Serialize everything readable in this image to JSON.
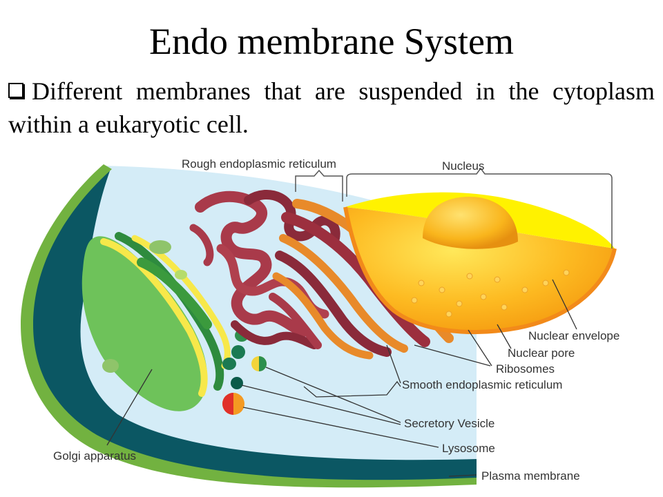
{
  "slide": {
    "title": "Endo membrane System",
    "bullet_text": "Different membranes that are suspended in the cytoplasm within a eukaryotic cell."
  },
  "diagram": {
    "labels": {
      "rough_er": "Rough endoplasmic reticulum",
      "nucleus": "Nucleus",
      "nuclear_envelope": "Nuclear envelope",
      "nuclear_pore": "Nuclear pore",
      "ribosomes": "Ribosomes",
      "smooth_er": "Smooth endoplasmic reticulum",
      "secretory_vesicle": "Secretory Vesicle",
      "lysosome": "Lysosome",
      "golgi": "Golgi apparatus",
      "plasma_membrane": "Plasma membrane"
    }
  }
}
